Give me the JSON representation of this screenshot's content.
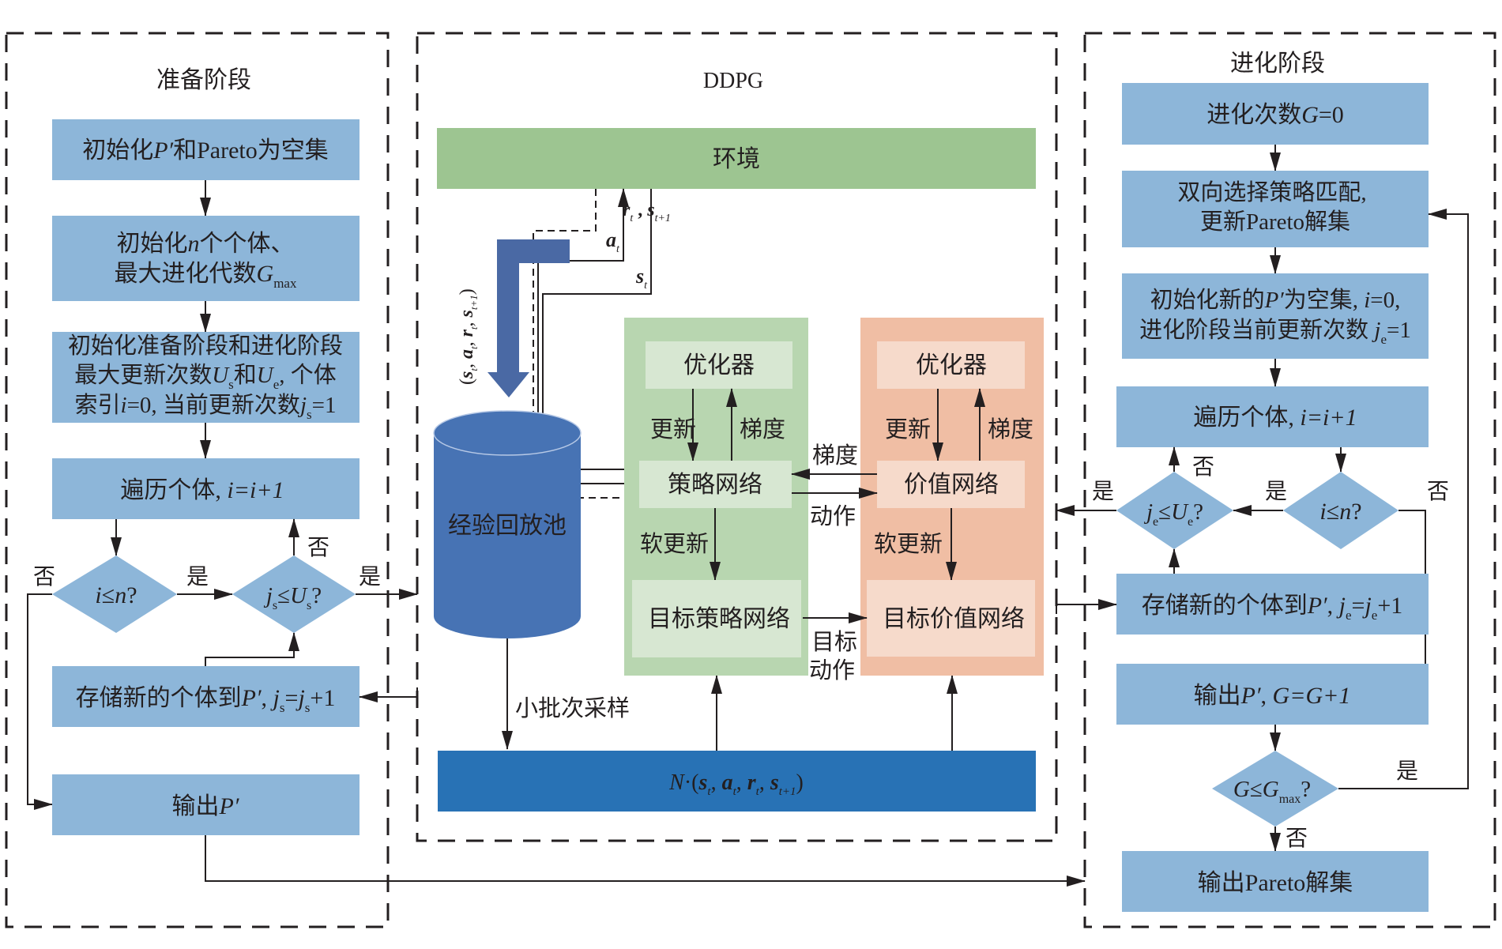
{
  "colors": {
    "process_box": "#8db6d9",
    "environment": "#9dc591",
    "policy_panel": "#b8d6b0",
    "policy_inner": "#d7e7d2",
    "value_panel": "#f0bea4",
    "value_inner": "#f6dacb",
    "replay_pool": "#4773b4",
    "minibatch_bar": "#2872b5",
    "line": "#231f20"
  },
  "preparation": {
    "title": "准备阶段",
    "init_pareto": {
      "pre": "初始化",
      "var": "P′",
      "post": "和Pareto为空集"
    },
    "init_individuals": {
      "line1_pre": "初始化",
      "line1_var": "n",
      "line1_post": "个个体、",
      "line2_pre": "最大进化代数",
      "line2_var": "G",
      "line2_sub": "max"
    },
    "init_params": {
      "line1": "初始化准备阶段和进化阶段",
      "line2_pre": "最大更新次数",
      "line2_var1": "U",
      "line2_sub1": "s",
      "line2_mid": "和",
      "line2_var2": "U",
      "line2_sub2": "e",
      "line2_post": ", 个体",
      "line3_pre": "索引",
      "line3_var": "i",
      "line3_mid": "=0, 当前更新次数",
      "line3_var2": "j",
      "line3_sub": "s",
      "line3_post": "=1"
    },
    "traverse": {
      "pre": "遍历个体, ",
      "expr": "i=i+1"
    },
    "decision_i": {
      "var": "i",
      "op": "≤",
      "var2": "n",
      "q": "?"
    },
    "decision_j": {
      "var": "j",
      "sub": "s",
      "op": "≤",
      "var2": "U",
      "sub2": "s",
      "q": "?"
    },
    "store": {
      "pre": "存储新的个体到",
      "var": "P′",
      "mid": ", ",
      "var2": "j",
      "sub": "s",
      "eq": "=",
      "var3": "j",
      "sub3": "s",
      "post": "+1"
    },
    "output": {
      "pre": "输出",
      "var": "P′"
    },
    "labels": {
      "yes1": "是",
      "no1": "否",
      "yes2": "是",
      "no2": "否"
    }
  },
  "ddpg": {
    "title": "DDPG",
    "environment": "环境",
    "signals": {
      "reward_next": {
        "r": "r",
        "r_sub": "t",
        "sep": " , ",
        "s": "s",
        "s_sub": "t+1"
      },
      "action": {
        "a": "a",
        "sub": "t"
      },
      "state": {
        "s": "s",
        "sub": "t"
      }
    },
    "transition_label": {
      "open": "(",
      "s": "s",
      "s_sub": "t",
      "a": "a",
      "a_sub": "t",
      "r": "r",
      "r_sub": "t",
      "s2": "s",
      "s2_sub": "t+1",
      "close": ")"
    },
    "replay_pool": "经验回放池",
    "minibatch_label": "小批次采样",
    "minibatch": {
      "N": "N",
      "dot": "·(",
      "s": "s",
      "s_sub": "t",
      "a": "a",
      "a_sub": "t",
      "r": "r",
      "r_sub": "t",
      "s2": "s",
      "s2_sub": "t+1",
      "close": ")"
    },
    "actor": {
      "optimizer": "优化器",
      "update": "更新",
      "gradient": "梯度",
      "network": "策略网络",
      "soft_update": "软更新",
      "target_network": "目标策略网络"
    },
    "critic": {
      "optimizer": "优化器",
      "update": "更新",
      "gradient": "梯度",
      "network": "价值网络",
      "soft_update": "软更新",
      "target_network": "目标价值网络"
    },
    "links": {
      "gradient": "梯度",
      "action": "动作",
      "target_action_1": "目标",
      "target_action_2": "动作"
    }
  },
  "evolution": {
    "title": "进化阶段",
    "init_g": {
      "pre": "进化次数",
      "var": "G",
      "post": "=0"
    },
    "match": {
      "line1": "双向选择策略匹配,",
      "line2": "更新Pareto解集"
    },
    "init_new": {
      "line1_pre": "初始化新的",
      "line1_var": "P′",
      "line1_mid": "为空集, ",
      "line1_var2": "i",
      "line1_post": "=0,",
      "line2_pre": "进化阶段当前更新次数 ",
      "line2_var": "j",
      "line2_sub": "e",
      "line2_post": "=1"
    },
    "traverse": {
      "pre": "遍历个体, ",
      "expr": "i=i+1"
    },
    "decision_j": {
      "var": "j",
      "sub": "e",
      "op": "≤",
      "var2": "U",
      "sub2": "e",
      "q": "?"
    },
    "decision_i": {
      "var": "i",
      "op": "≤",
      "var2": "n",
      "q": "?"
    },
    "store": {
      "pre": "存储新的个体到",
      "var": "P′",
      "mid": ", ",
      "var2": "j",
      "sub": "e",
      "eq": "=",
      "var3": "j",
      "sub3": "e",
      "post": "+1"
    },
    "output": {
      "pre": "输出",
      "var": "P′",
      "mid": ", ",
      "expr": "G=G+1"
    },
    "decision_g": {
      "var": "G",
      "op": "≤",
      "var2": "G",
      "sub": "max",
      "q": "?"
    },
    "final": "输出Pareto解集",
    "labels": {
      "yes_j": "是",
      "no_j": "否",
      "yes_i": "是",
      "no_i": "否",
      "yes_g": "是",
      "no_g": "否"
    }
  }
}
